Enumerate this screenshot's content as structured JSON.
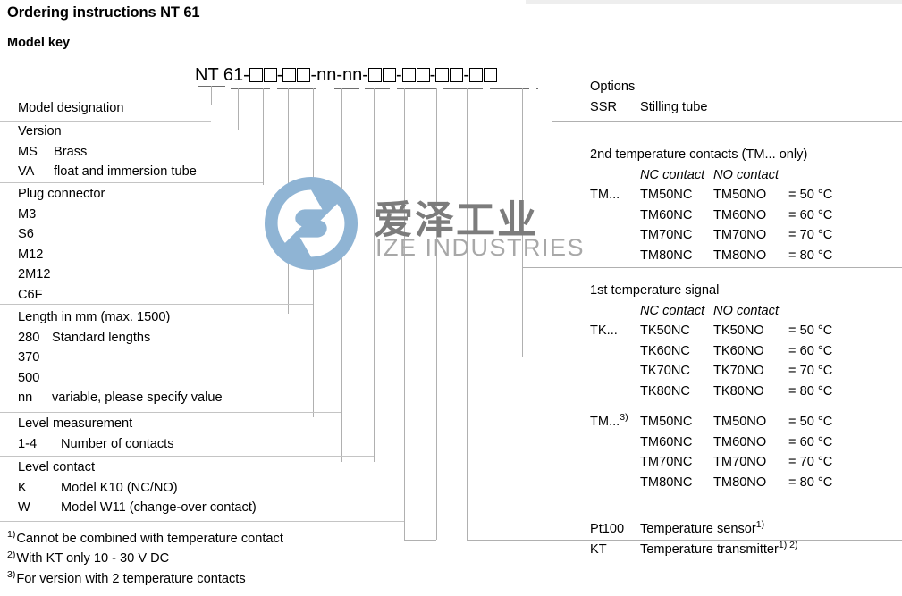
{
  "document": {
    "title": "Ordering instructions NT 61",
    "subtitle": "Model key"
  },
  "model_key": {
    "prefix": "NT 61",
    "dash": "-",
    "nn": "nn",
    "pattern": "NT 61-□□-□□-nn-nn-□□-□□-□□-□□"
  },
  "left_sections": [
    {
      "name": "model-designation",
      "heading": "Model designation",
      "rows": []
    },
    {
      "name": "version",
      "heading": "Version",
      "rows": [
        {
          "code": "MS",
          "desc": "Brass"
        },
        {
          "code": "VA",
          "desc": "float and immersion tube"
        }
      ]
    },
    {
      "name": "plug-connector",
      "heading": "Plug connector",
      "rows": [
        {
          "code": "M3",
          "desc": ""
        },
        {
          "code": "S6",
          "desc": ""
        },
        {
          "code": "M12",
          "desc": ""
        },
        {
          "code": "2M12",
          "desc": ""
        },
        {
          "code": "C6F",
          "desc": ""
        }
      ]
    },
    {
      "name": "length",
      "heading": "Length in mm (max. 1500)",
      "rows": [
        {
          "code": "280",
          "desc": "Standard lengths"
        },
        {
          "code": "370",
          "desc": ""
        },
        {
          "code": "500",
          "desc": ""
        },
        {
          "code": "nn",
          "desc": "variable, please specify value"
        }
      ]
    },
    {
      "name": "level-measurement",
      "heading": "Level measurement",
      "rows": [
        {
          "code": "1-4",
          "desc": "Number of contacts"
        }
      ]
    },
    {
      "name": "level-contact",
      "heading": "Level contact",
      "rows": [
        {
          "code": "K",
          "desc": "Model K10 (NC/NO)"
        },
        {
          "code": "W",
          "desc": "Model W11 (change-over contact)"
        }
      ]
    }
  ],
  "right_sections": {
    "options": {
      "heading": "Options",
      "rows": [
        {
          "code": "SSR",
          "desc": "Stilling tube"
        }
      ]
    },
    "second_temp_contacts": {
      "heading": "2nd temperature contacts (TM... only)",
      "col_nc": "NC contact",
      "col_no": "NO contact",
      "group_label": "TM...",
      "rows": [
        {
          "nc": "TM50NC",
          "no": "TM50NO",
          "value": "= 50 °C"
        },
        {
          "nc": "TM60NC",
          "no": "TM60NO",
          "value": "= 60 °C"
        },
        {
          "nc": "TM70NC",
          "no": "TM70NO",
          "value": "= 70 °C"
        },
        {
          "nc": "TM80NC",
          "no": "TM80NO",
          "value": "= 80 °C"
        }
      ]
    },
    "first_temp_signal": {
      "heading": "1st temperature signal",
      "col_nc": "NC contact",
      "col_no": "NO contact",
      "tk_label": "TK...",
      "tk_rows": [
        {
          "nc": "TK50NC",
          "no": "TK50NO",
          "value": "= 50 °C"
        },
        {
          "nc": "TK60NC",
          "no": "TK60NO",
          "value": "= 60 °C"
        },
        {
          "nc": "TK70NC",
          "no": "TK70NO",
          "value": "= 70 °C"
        },
        {
          "nc": "TK80NC",
          "no": "TK80NO",
          "value": "= 80 °C"
        }
      ],
      "tm_label": "TM...",
      "tm_label_sup": "3)",
      "tm_rows": [
        {
          "nc": "TM50NC",
          "no": "TM50NO",
          "value": "= 50 °C"
        },
        {
          "nc": "TM60NC",
          "no": "TM60NO",
          "value": "= 60 °C"
        },
        {
          "nc": "TM70NC",
          "no": "TM70NO",
          "value": "= 70 °C"
        },
        {
          "nc": "TM80NC",
          "no": "TM80NO",
          "value": "= 80 °C"
        }
      ],
      "extra_rows": [
        {
          "code": "Pt100",
          "desc": "Temperature sensor",
          "sup": "1)"
        },
        {
          "code": "KT",
          "desc": "Temperature transmitter",
          "sup": "1) 2)"
        }
      ]
    }
  },
  "footnotes": [
    {
      "num": "1)",
      "text": "Cannot be combined with temperature contact"
    },
    {
      "num": "2)",
      "text": "With KT only 10 - 30 V DC"
    },
    {
      "num": "3)",
      "text": "For version with 2 temperature contacts"
    }
  ],
  "watermark": {
    "chinese": "爱泽工业",
    "english": "IZE INDUSTRIES",
    "logo_color": "#8fb4d4"
  }
}
